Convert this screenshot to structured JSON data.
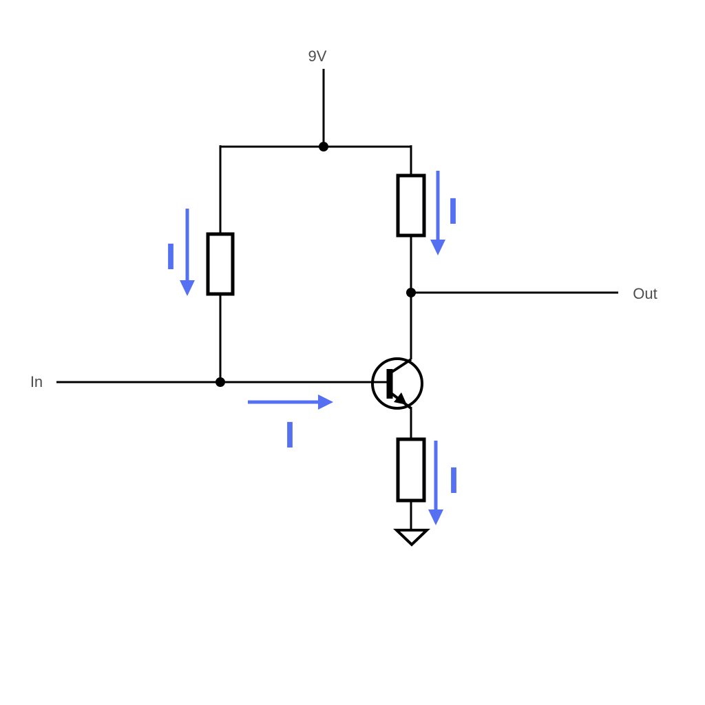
{
  "diagram": {
    "type": "circuit-schematic",
    "background": "#ffffff",
    "colors": {
      "wire": "#000000",
      "label_text": "#4d4d4d",
      "current": "#5670f2"
    },
    "labels": {
      "supply_voltage": "9V",
      "input": "In",
      "output": "Out"
    },
    "components": [
      {
        "name": "bias-resistor",
        "symbol": "resistor-box"
      },
      {
        "name": "collector-resistor",
        "symbol": "resistor-box"
      },
      {
        "name": "emitter-resistor",
        "symbol": "resistor-box"
      },
      {
        "name": "transistor",
        "symbol": "bjt-npn"
      },
      {
        "name": "ground",
        "symbol": "ground-triangle"
      }
    ],
    "current_arrows": [
      {
        "label": "I",
        "direction": "down",
        "location": "bias-branch"
      },
      {
        "label": "I",
        "direction": "down",
        "location": "collector-branch"
      },
      {
        "label": "I",
        "direction": "right",
        "location": "base-input"
      },
      {
        "label": "I",
        "direction": "down",
        "location": "emitter-branch"
      }
    ]
  }
}
